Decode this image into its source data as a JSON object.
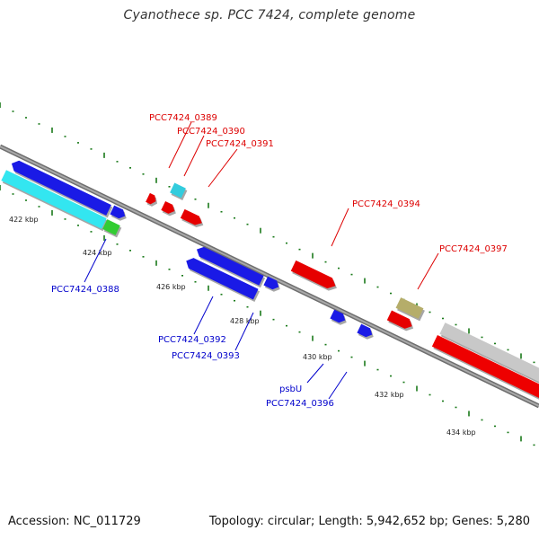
{
  "title": "Cyanothece sp. PCC 7424, complete genome",
  "footer": {
    "accession": "Accession: NC_011729",
    "summary": "Topology: circular; Length: 5,942,652 bp; Genes: 5,280"
  },
  "colors": {
    "forward_label": "#dd0000",
    "reverse_label": "#0000cc",
    "backbone": "#8c8c8c",
    "tick": "#1a7a1a"
  },
  "ticks": [
    {
      "label": "422 kbp"
    },
    {
      "label": "424 kbp"
    },
    {
      "label": "426 kbp"
    },
    {
      "label": "428 kbp"
    },
    {
      "label": "430 kbp"
    },
    {
      "label": "432 kbp"
    },
    {
      "label": "434 kbp"
    }
  ],
  "labels": [
    {
      "text": "PCC7424_0389",
      "strand": "forward"
    },
    {
      "text": "PCC7424_0390",
      "strand": "forward"
    },
    {
      "text": "PCC7424_0391",
      "strand": "forward"
    },
    {
      "text": "PCC7424_0394",
      "strand": "forward"
    },
    {
      "text": "PCC7424_0397",
      "strand": "forward"
    },
    {
      "text": "PCC7424_0388",
      "strand": "reverse"
    },
    {
      "text": "PCC7424_0392",
      "strand": "reverse"
    },
    {
      "text": "PCC7424_0393",
      "strand": "reverse"
    },
    {
      "text": "psbU",
      "strand": "reverse"
    },
    {
      "text": "PCC7424_0396",
      "strand": "reverse"
    }
  ]
}
